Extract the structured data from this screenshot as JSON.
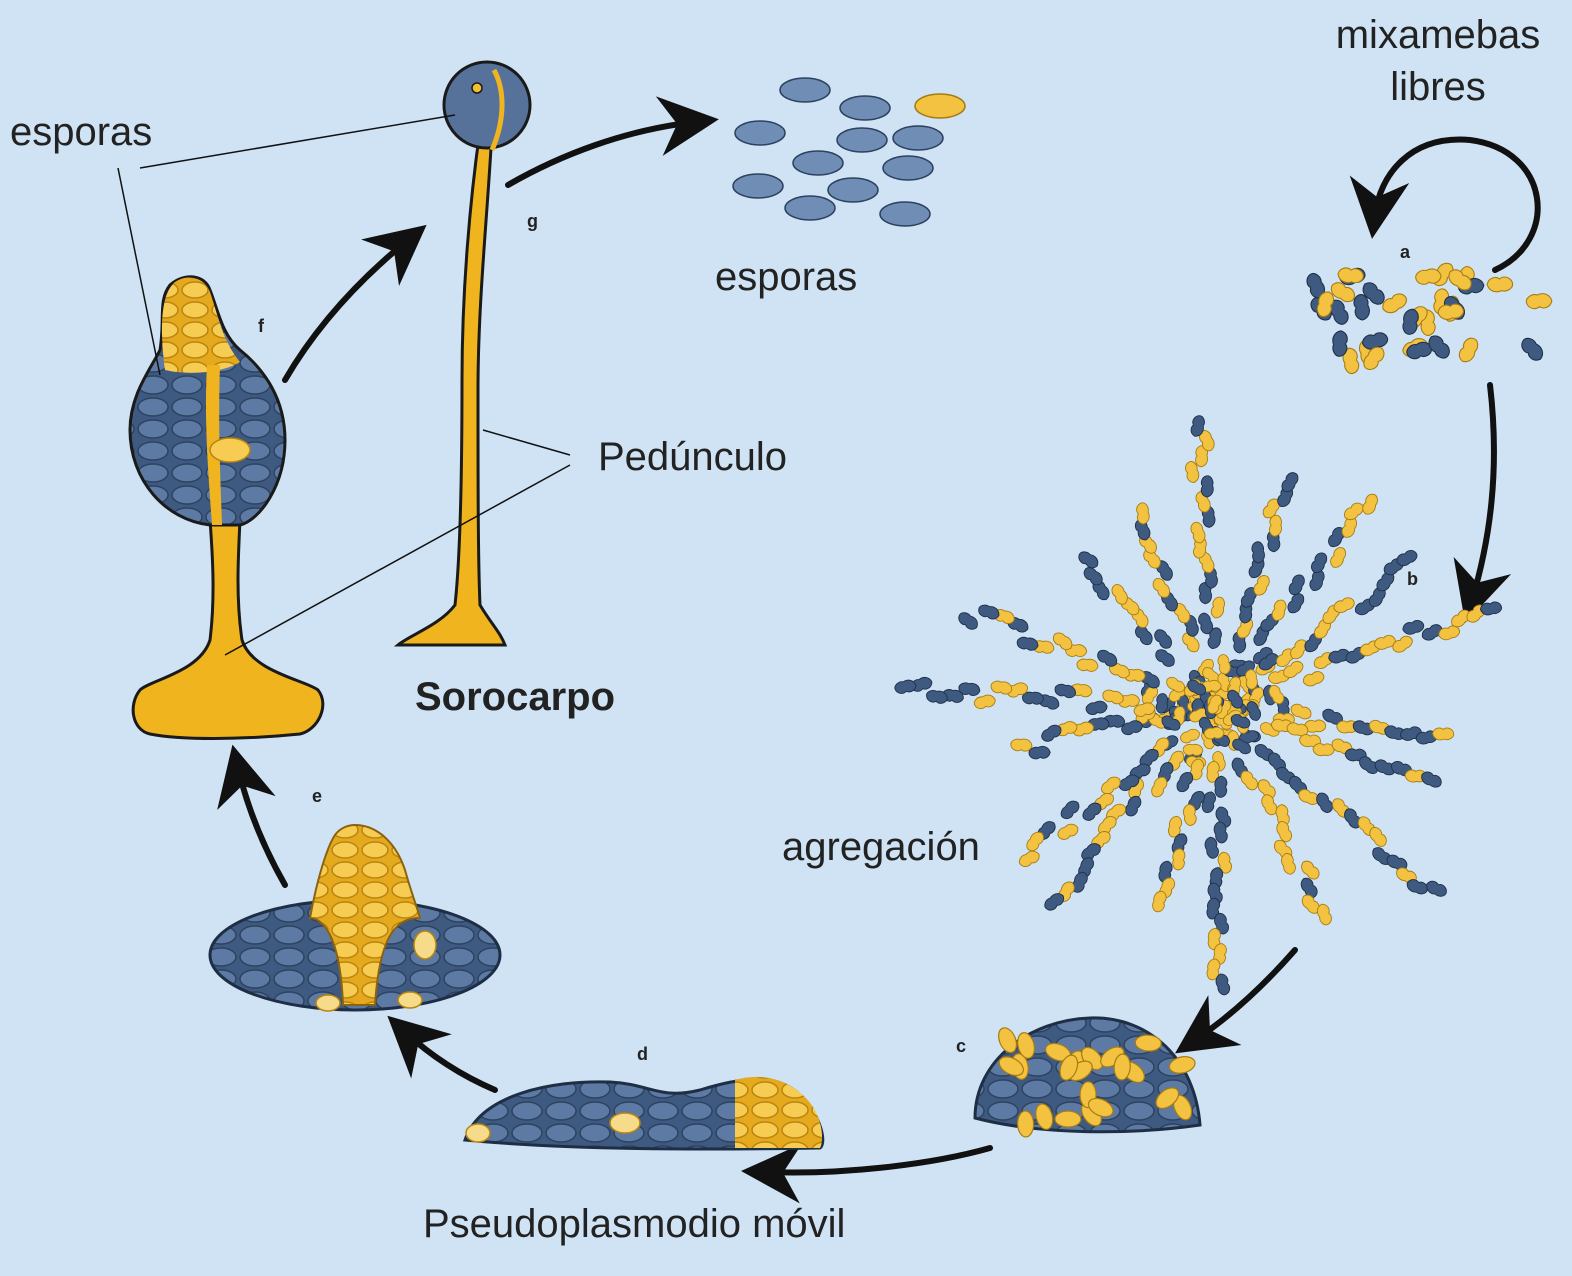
{
  "labels": {
    "mixamebas_line1": "mixamebas",
    "mixamebas_line2": "libres",
    "esporas_left": "esporas",
    "esporas_center": "esporas",
    "peduncle": "Pedúnculo",
    "sorocarp": "Sorocarpo",
    "aggregation": "agregación",
    "pseudoplasmodium": "Pseudoplasmodio móvil"
  },
  "steps": {
    "a": "a",
    "b": "b",
    "c": "c",
    "d": "d",
    "e": "e",
    "f": "f",
    "g": "g"
  },
  "colors": {
    "background": "#cfe3f4",
    "blue_cell": "#3f5a80",
    "blue_light": "#6f8db5",
    "yellow_cell": "#f2c240",
    "stalk": "#f0b51e",
    "arrow": "#111111"
  }
}
